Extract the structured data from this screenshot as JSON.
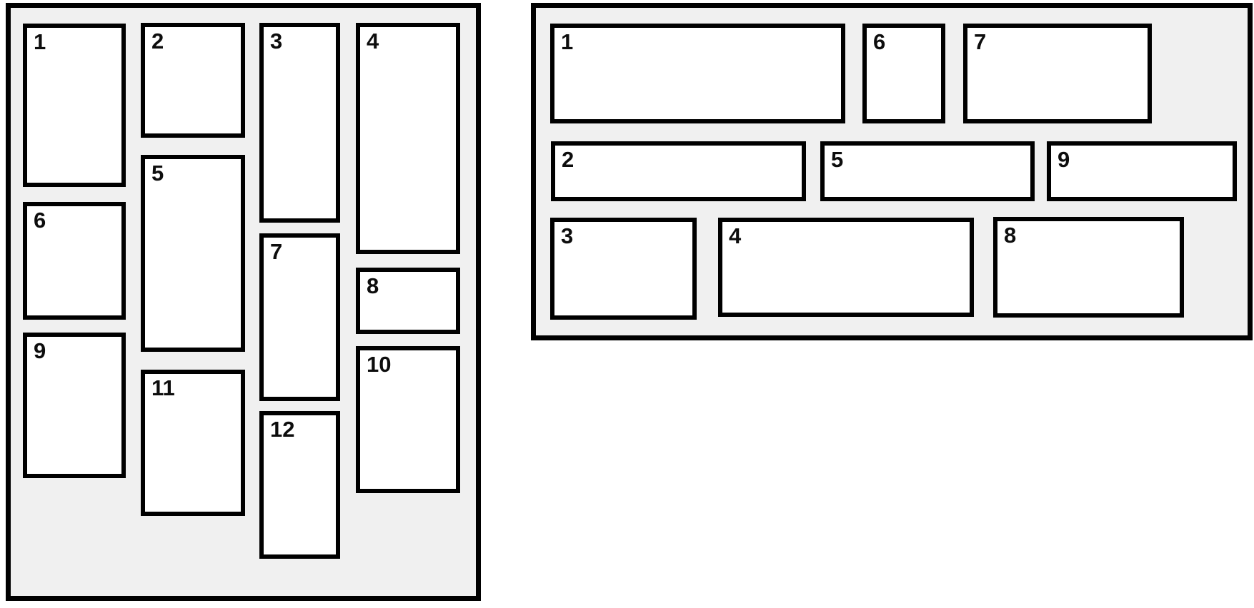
{
  "colors": {
    "page_background": "#ffffff",
    "panel_background": "#f0f0f0",
    "item_background": "#ffffff",
    "border": "#000000",
    "label": "#0d0d0d"
  },
  "left_panel": {
    "items": [
      {
        "label": "1"
      },
      {
        "label": "2"
      },
      {
        "label": "3"
      },
      {
        "label": "4"
      },
      {
        "label": "5"
      },
      {
        "label": "6"
      },
      {
        "label": "7"
      },
      {
        "label": "8"
      },
      {
        "label": "9"
      },
      {
        "label": "10"
      },
      {
        "label": "11"
      },
      {
        "label": "12"
      }
    ]
  },
  "right_panel": {
    "items": [
      {
        "label": "1"
      },
      {
        "label": "6"
      },
      {
        "label": "7"
      },
      {
        "label": "2"
      },
      {
        "label": "5"
      },
      {
        "label": "9"
      },
      {
        "label": "3"
      },
      {
        "label": "4"
      },
      {
        "label": "8"
      }
    ]
  }
}
